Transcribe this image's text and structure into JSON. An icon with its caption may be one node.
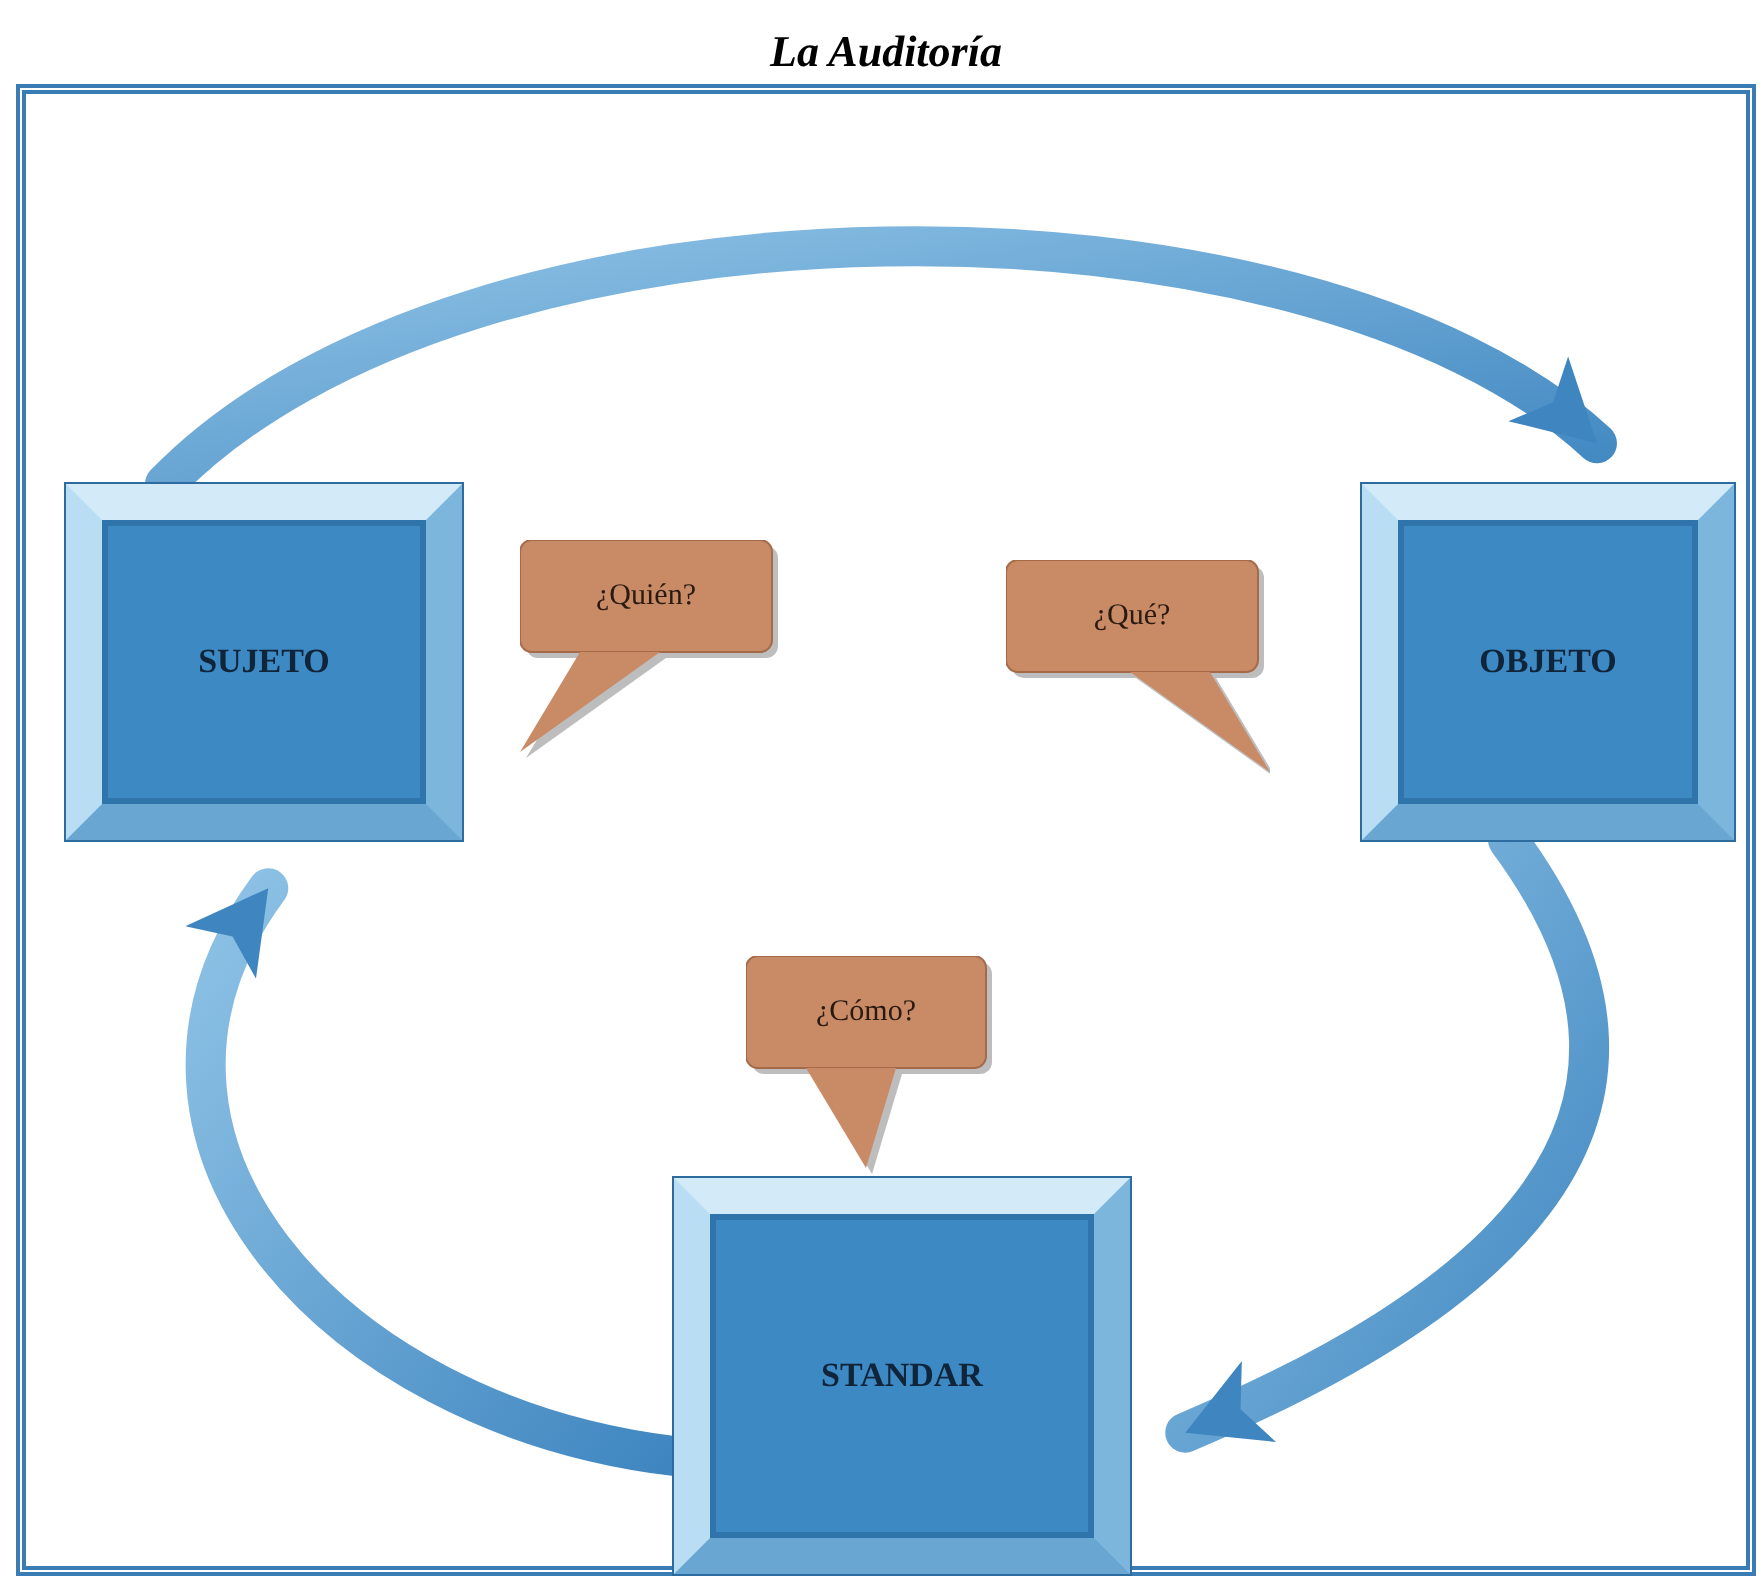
{
  "diagram": {
    "nodes": [
      {
        "text": [
          "La Auditoría"
        ]
      },
      {
        "text": [
          "SUJETO"
        ],
        "in": 0
      },
      {
        "text": [
          "¿Quién?"
        ],
        "in": 0
      },
      {
        "text": [
          "¿Qué?"
        ],
        "in": 0
      },
      {
        "text": [
          "OBJETO"
        ],
        "in": 0
      },
      {
        "text": [
          "¿Cómo?"
        ],
        "in": 0
      },
      {
        "text": [
          "STANDAR"
        ],
        "in": 0
      }
    ],
    "edges": [
      {
        "from": 1,
        "to": 4,
        "arrow": "to",
        "style": "thick"
      },
      {
        "from": 4,
        "to": 6,
        "arrow": "to",
        "style": "thick"
      },
      {
        "from": 6,
        "to": 1,
        "arrow": "to",
        "style": "thick"
      }
    ]
  }
}
